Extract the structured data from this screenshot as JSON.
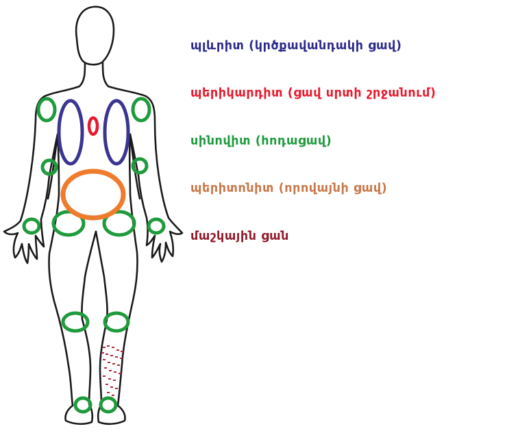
{
  "legend": [
    {
      "key": "pleurisy",
      "label": "պլևրիտ (կրծքավանդակի ցավ)",
      "color": "#2b2a8c"
    },
    {
      "key": "pericarditis",
      "label": "պերիկարդիտ (ցավ սրտի շրջանում)",
      "color": "#e8192c"
    },
    {
      "key": "synovitis",
      "label": "սինովիտ (հոդացավ)",
      "color": "#1f9a3c"
    },
    {
      "key": "peritonitis",
      "label": "պերիտոնիտ (որովայնի ցավ)",
      "color": "#c7784a"
    },
    {
      "key": "skin_rash",
      "label": "մաշկային ցան",
      "color": "#8e1c2b"
    }
  ],
  "figure": {
    "body_outline_color": "#1a1a1a",
    "joint_ring_color": "#1f9a3c",
    "pleura_ring_color": "#3a3590",
    "heart_ring_color": "#e8192c",
    "abdomen_ring_color": "#ef7b2d",
    "rash_color": "#b0283a"
  }
}
